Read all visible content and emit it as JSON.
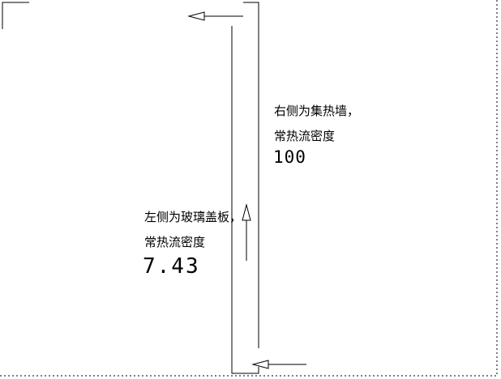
{
  "colors": {
    "line": "#000000",
    "dashed_border": "#000000",
    "background": "#ffffff"
  },
  "right_side": {
    "line1": "右侧为集热墙，",
    "line2": "常热流密度",
    "value": "100"
  },
  "left_side": {
    "line1": "左侧为玻璃盖板，",
    "line2": "常热流密度",
    "value": "7.43"
  }
}
